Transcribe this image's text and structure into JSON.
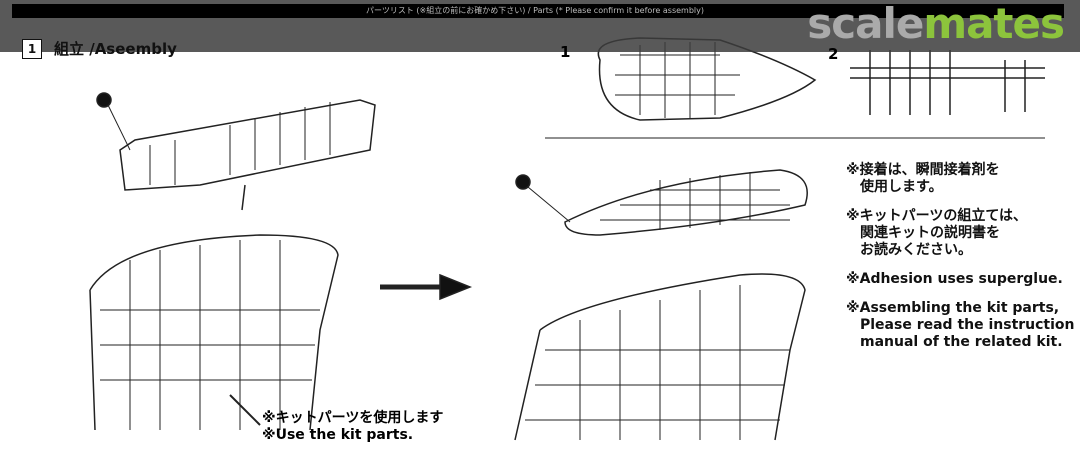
{
  "header": {
    "parts_bar": "パーツリスト (※組立の前にお確かめ下さい) / Parts (* Please confirm it before assembly)",
    "logo_a": "scale",
    "logo_b": "mates"
  },
  "step": {
    "number": "1",
    "title": "組立 /Aseembly"
  },
  "parts": [
    {
      "number": "1"
    },
    {
      "number": "2"
    }
  ],
  "callouts": {
    "part2": "2",
    "part1": "1"
  },
  "notes": [
    "※接着は、瞬間接着剤を\n　使用します。",
    "※キットパーツの組立ては、\n　関連キットの説明書を\n　お読みください。",
    "※Adhesion uses superglue.",
    "※Assembling the kit parts,\n　Please read the instruction\n　manual of the related kit."
  ],
  "kit_note": [
    "※キットパーツを使用します",
    "※Use the kit parts."
  ]
}
